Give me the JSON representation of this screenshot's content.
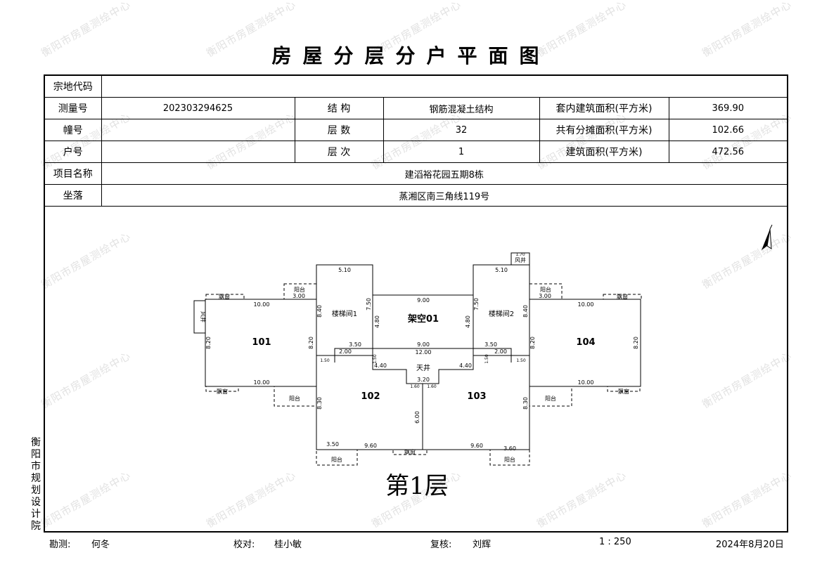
{
  "title": "房屋分层分户平面图",
  "watermark": "衡阳市房屋测绘中心",
  "info": {
    "parcel_code_label": "宗地代码",
    "parcel_code_value": "",
    "survey_no_label": "测量号",
    "survey_no_value": "202303294625",
    "structure_label": "结 构",
    "structure_value": "钢筋混凝土结构",
    "inner_area_label": "套内建筑面积(平方米)",
    "inner_area_value": "369.90",
    "building_no_label": "幢号",
    "building_no_value": "",
    "floors_label": "层 数",
    "floors_value": "32",
    "shared_area_label": "共有分摊面积(平方米)",
    "shared_area_value": "102.66",
    "unit_no_label": "户号",
    "unit_no_value": "",
    "floor_label": "层 次",
    "floor_value": "1",
    "gross_area_label": "建筑面积(平方米)",
    "gross_area_value": "472.56",
    "project_label": "项目名称",
    "project_value": "建滔裕花园五期8栋",
    "location_label": "坐落",
    "location_value": "蒸湘区南三角线119号"
  },
  "plan": {
    "floor_title": "第1层",
    "rooms": {
      "r101": "101",
      "r102": "102",
      "r103": "103",
      "r104": "104",
      "jiakong": "架空01"
    },
    "stairs": {
      "s1": "楼梯间1",
      "s2": "楼梯间2"
    },
    "courtyard": "天井",
    "bay": "飘窗",
    "balcony": "阳台",
    "shaft": "风井",
    "dims": {
      "d510": "5.10",
      "d1000": "10.00",
      "d900": "9.00",
      "d1200": "12.00",
      "d750": "7.50",
      "d480": "4.80",
      "d840": "8.40",
      "d820": "8.20",
      "d350": "3.50",
      "d300": "3.00",
      "d200": "2.00",
      "d440": "4.40",
      "d320": "3.20",
      "d150": "1.50",
      "d160": "1.60",
      "d830": "8.30",
      "d960": "9.60",
      "d600": "6.00",
      "d360": "3.60",
      "d170": "1.70"
    }
  },
  "side_text": "衡阳市规划设计院",
  "footer": {
    "survey_label": "勘测:",
    "survey_name": "何冬",
    "check_label": "校对:",
    "check_name": "桂小敏",
    "review_label": "复核:",
    "review_name": "刘辉",
    "scale": "1 : 250",
    "date": "2024年8月20日"
  }
}
